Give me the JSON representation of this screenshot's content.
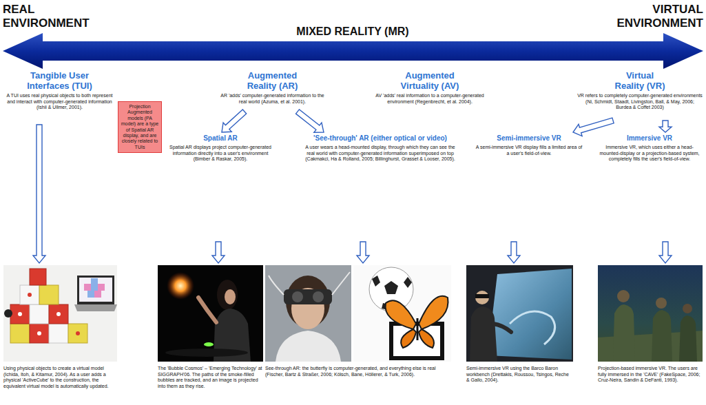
{
  "diagram": {
    "nodes": [
      {
        "text": [
          "Tangible User Interfaces (TUI)",
          "A TUI uses real physical objects to both represent and interact with computer-generated information (Ishii & Ullmer, 2001)."
        ]
      },
      {
        "text": [
          "Augmented Reality (AR)",
          "AR 'adds' computer-generated information to the real world (Azuma, et al. 2001)."
        ]
      },
      {
        "text": [
          "Augmented Virtuality (AV)",
          "AV 'adds' real information to a computer-generated environment (Regenbrecht, et al. 2004)."
        ]
      },
      {
        "text": [
          "Virtual Reality (VR)",
          "VR refers to completely computer-generated environments (Ni, Schmidt, Staadt, Livingston, Ball, & May, 2006; Burdea & Coffet 2003)"
        ]
      },
      {
        "text": [
          "Projection Augmented models (PA model) are a type of Spatial AR display, and are closely related to TUIs"
        ]
      },
      {
        "text": [
          "Spatial AR",
          "Spatial AR displays project computer-generated information directly into a user's environment (Bimber & Raskar, 2005)."
        ]
      },
      {
        "text": [
          "'See-through' AR (either optical or video)",
          "A user wears a head-mounted display, through which they can see the real world with computer-generated information superimposed on top (Cakmakci, Ha & Rolland, 2005; Billinghurst, Grasset & Looser, 2005)."
        ]
      },
      {
        "text": [
          "Semi-immersive VR",
          "A semi-immersive VR display fills a limited area of a user's field-of-view."
        ]
      },
      {
        "text": [
          "Immersive VR",
          "Immersive VR, which uses either a head-mounted-display or a projection-based system, completely fills the user's field-of-view."
        ]
      },
      {
        "text": [
          "Using physical objects to create a virtual model (Ichida, Itoh, & Kitamur, 2004). As a user adds a physical 'ActiveCube' to the construction, the equivalent virtual model is automatically updated."
        ]
      },
      {
        "text": [
          "The 'Bubble Cosmos' – 'Emerging Technology' at SIGGRAPH'06. The paths of the smoke-filled bubbles are tracked, and an image is projected into them as they rise."
        ]
      },
      {
        "text": [
          "See-through AR: the butterfly is computer-generated, and everything else is real (Fischer, Bartz & Straßer, 2006; Kölsch, Bane, Höllerer, & Turk, 2006)."
        ]
      },
      {
        "text": [
          "Semi-immersive VR using the Barco Baron workbench (Drettakis, Roussou, Tsingos, Reche & Gallo, 2004)."
        ]
      },
      {
        "text": [
          "Projection-based immersive VR. The users are fully immersed in the 'CAVE' (FakeSpace, 2006; Cruz-Neira, Sandin & DeFanti, 1993)."
        ]
      }
    ],
    "edges": [
      {
        "from": 0,
        "to": 9,
        "arrow": "to"
      },
      {
        "from": 1,
        "to": 5,
        "arrow": "to"
      },
      {
        "from": 1,
        "to": 6,
        "arrow": "to"
      },
      {
        "from": 3,
        "to": 7,
        "arrow": "to"
      },
      {
        "from": 3,
        "to": 8,
        "arrow": "to"
      },
      {
        "from": 5,
        "to": 10,
        "arrow": "to"
      },
      {
        "from": 6,
        "to": 11,
        "arrow": "to"
      },
      {
        "from": 7,
        "to": 12,
        "arrow": "to"
      },
      {
        "from": 8,
        "to": 13,
        "arrow": "to"
      }
    ],
    "labels": [
      "REAL ENVIRONMENT",
      "MIXED REALITY (MR)",
      "VIRTUAL ENVIRONMENT"
    ]
  }
}
